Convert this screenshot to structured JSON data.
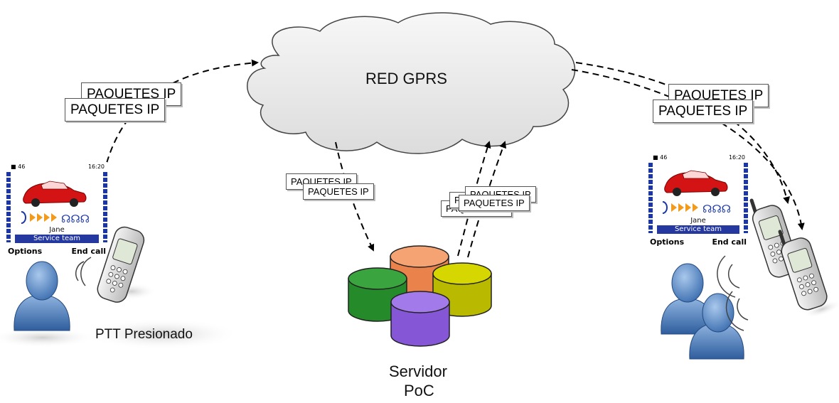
{
  "diagram": {
    "network_label": "RED GPRS",
    "packet_label": "PAQUETES IP",
    "ptt_label": "PTT Presionado",
    "server_label_line1": "Servidor",
    "server_label_line2": "PoC"
  },
  "phone_screen": {
    "status_left": "■ 46",
    "status_right": "16:20",
    "contact_name": "Jane",
    "group_name": "Service team",
    "softkey_left": "Options",
    "softkey_right": "End call"
  },
  "colors": {
    "cloud_fill": "#e6e6e6",
    "server_green": "#2d9a32",
    "server_orange": "#f39a63",
    "server_yellow": "#cccc00",
    "server_purple": "#9466e0",
    "user_blue": "#5e8fc7",
    "screen_blue": "#2438a0",
    "car_red": "#d41414"
  }
}
